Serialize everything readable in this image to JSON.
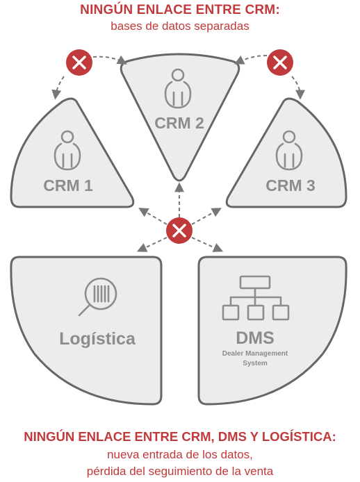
{
  "header": {
    "title": "NINGÚN ENLACE ENTRE CRM:",
    "subtitle": "bases de datos separadas"
  },
  "segments": {
    "crm1": {
      "label": "CRM 1",
      "icon": "person-icon"
    },
    "crm2": {
      "label": "CRM 2",
      "icon": "person-icon"
    },
    "crm3": {
      "label": "CRM 3",
      "icon": "person-icon"
    },
    "logistica": {
      "label": "Logística",
      "icon": "barcode-search-icon"
    },
    "dms": {
      "label": "DMS",
      "sublabel_line1": "Dealer Management",
      "sublabel_line2": "System",
      "icon": "org-chart-icon"
    }
  },
  "footer": {
    "title": "NINGÚN ENLACE ENTRE CRM, DMS Y LOGÍSTICA:",
    "line1": "nueva entrada de los datos,",
    "line2": "pérdida del seguimiento de la venta"
  },
  "colors": {
    "accent": "#c0393b",
    "segment_fill": "#ececec",
    "segment_stroke": "#666666",
    "label": "#8c8c8c"
  }
}
